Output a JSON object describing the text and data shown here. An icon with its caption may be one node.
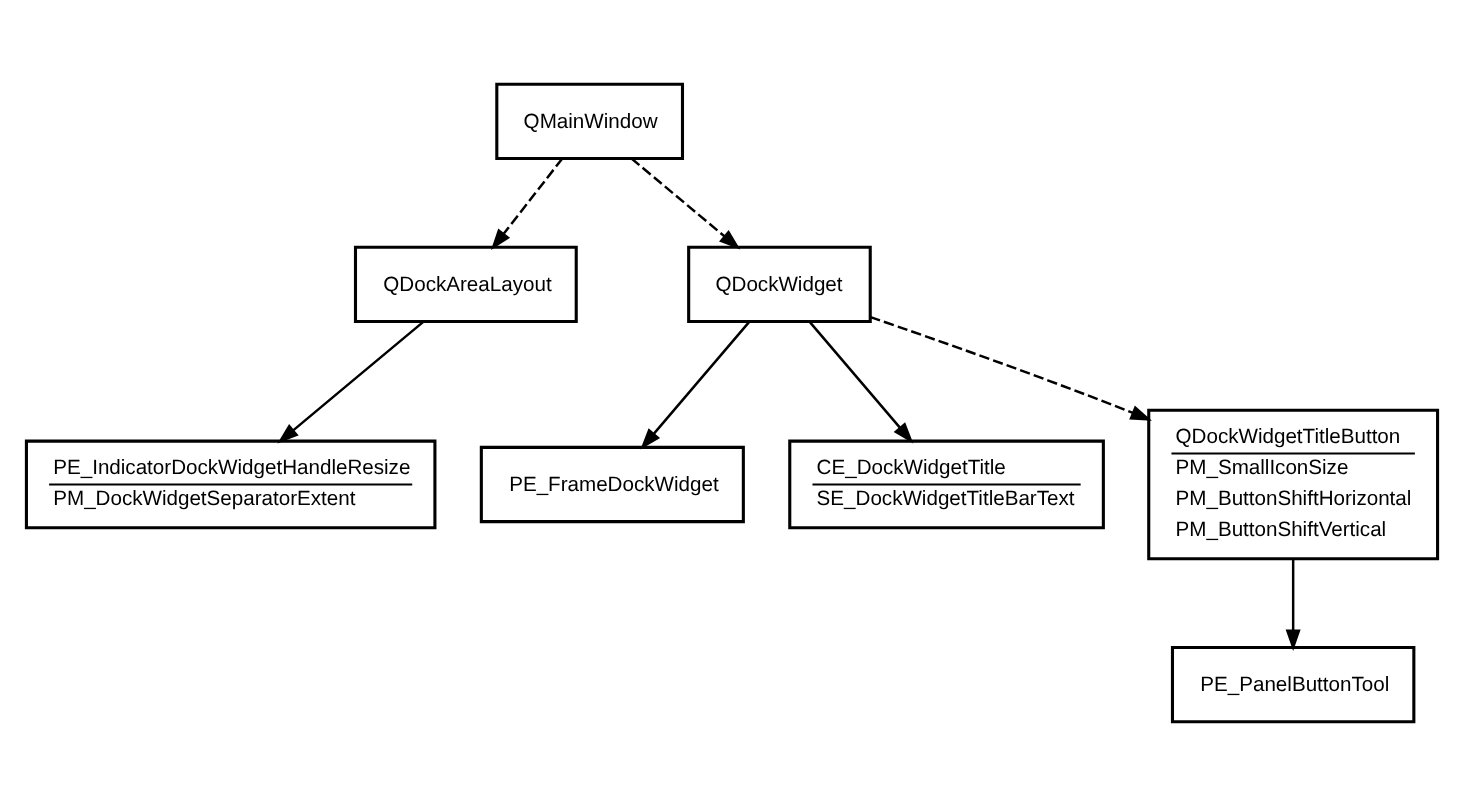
{
  "diagram": {
    "nodes": [
      {
        "text": [
          "QMainWindow"
        ]
      },
      {
        "text": [
          "QDockAreaLayout"
        ]
      },
      {
        "text": [
          "QDockWidget"
        ]
      },
      {
        "text": [
          "PE_IndicatorDockWidgetHandleResize",
          "PM_DockWidgetSeparatorExtent"
        ]
      },
      {
        "text": [
          "PE_FrameDockWidget"
        ]
      },
      {
        "text": [
          "CE_DockWidgetTitle",
          "SE_DockWidgetTitleBarText"
        ]
      },
      {
        "text": [
          "QDockWidgetTitleButton",
          "PM_SmallIconSize",
          "PM_ButtonShiftHorizontal",
          "PM_ButtonShiftVertical"
        ]
      },
      {
        "text": [
          "PE_PanelButtonTool"
        ]
      }
    ],
    "edges": [
      {
        "from": 0,
        "to": 1,
        "arrow": "to",
        "style": "dashed"
      },
      {
        "from": 0,
        "to": 2,
        "arrow": "to",
        "style": "dashed"
      },
      {
        "from": 1,
        "to": 3,
        "arrow": "to"
      },
      {
        "from": 2,
        "to": 4,
        "arrow": "to"
      },
      {
        "from": 2,
        "to": 5,
        "arrow": "to"
      },
      {
        "from": 2,
        "to": 6,
        "arrow": "to",
        "style": "dashed"
      },
      {
        "from": 6,
        "to": 7,
        "arrow": "to"
      }
    ]
  }
}
